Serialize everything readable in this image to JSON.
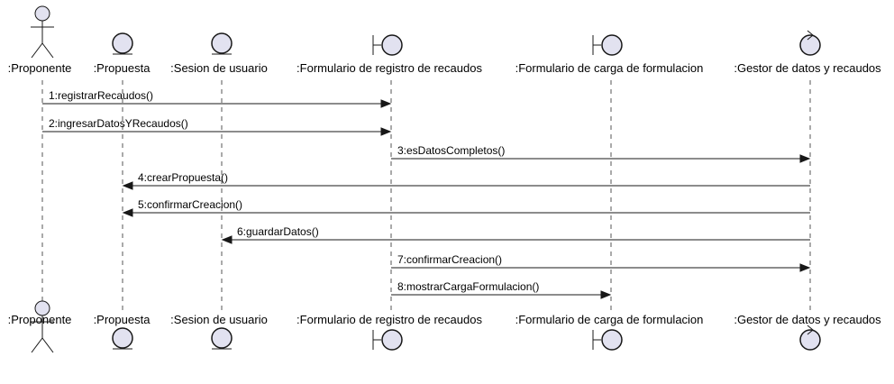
{
  "participants": [
    {
      "id": "proponente",
      "name": ":Proponente",
      "kind": "actor"
    },
    {
      "id": "propuesta",
      "name": ":Propuesta",
      "kind": "entity"
    },
    {
      "id": "sesion",
      "name": ":Sesion de usuario",
      "kind": "entity"
    },
    {
      "id": "form_registro",
      "name": ":Formulario de registro de recaudos",
      "kind": "boundary"
    },
    {
      "id": "form_carga",
      "name": ":Formulario de carga de formulacion",
      "kind": "boundary"
    },
    {
      "id": "gestor",
      "name": ":Gestor de datos y recaudos",
      "kind": "control"
    }
  ],
  "messages": [
    {
      "from": "proponente",
      "to": "form_registro",
      "label": "1:registrarRecaudos()"
    },
    {
      "from": "proponente",
      "to": "form_registro",
      "label": "2:ingresarDatosYRecaudos()"
    },
    {
      "from": "form_registro",
      "to": "gestor",
      "label": "3:esDatosCompletos()"
    },
    {
      "from": "gestor",
      "to": "propuesta",
      "label": "4:crearPropuesta()"
    },
    {
      "from": "gestor",
      "to": "propuesta",
      "label": "5:confirmarCreacion()"
    },
    {
      "from": "gestor",
      "to": "sesion",
      "label": "6:guardarDatos()"
    },
    {
      "from": "form_registro",
      "to": "gestor",
      "label": "7:confirmarCreacion()"
    },
    {
      "from": "form_registro",
      "to": "form_carga",
      "label": "8:mostrarCargaFormulacion()"
    }
  ],
  "colors": {
    "shape_fill": "#e2e2f0",
    "stroke": "#181818",
    "lifeline": "#555555"
  }
}
